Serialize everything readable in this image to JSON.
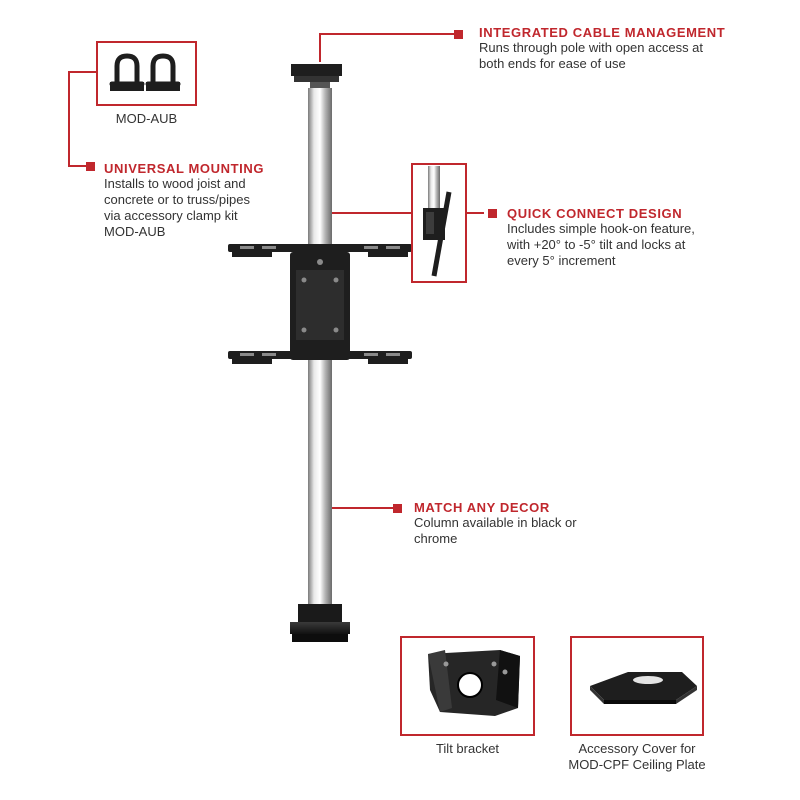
{
  "callouts": {
    "cable": {
      "title": "INTEGRATED CABLE MANAGEMENT",
      "desc": "Runs through pole with open access at\nboth ends for ease of use"
    },
    "mounting": {
      "title": "UNIVERSAL MOUNTING",
      "desc": "Installs to wood joist and\nconcrete or to truss/pipes\nvia accessory clamp kit\nMOD-AUB"
    },
    "quick": {
      "title": "QUICK CONNECT DESIGN",
      "desc": "Includes simple hook-on feature,\nwith +20° to -5° tilt and locks at\nevery 5° increment"
    },
    "decor": {
      "title": "MATCH ANY DECOR",
      "desc": "Column available in black or\nchrome"
    }
  },
  "captions": {
    "clamp": "MOD-AUB",
    "tilt": "Tilt bracket",
    "cover": "Accessory Cover for\nMOD-CPF Ceiling Plate"
  },
  "colors": {
    "accent": "#c0272d",
    "text": "#333333",
    "hardware": "#1e1e1e",
    "chrome": "#c8c8c8"
  }
}
